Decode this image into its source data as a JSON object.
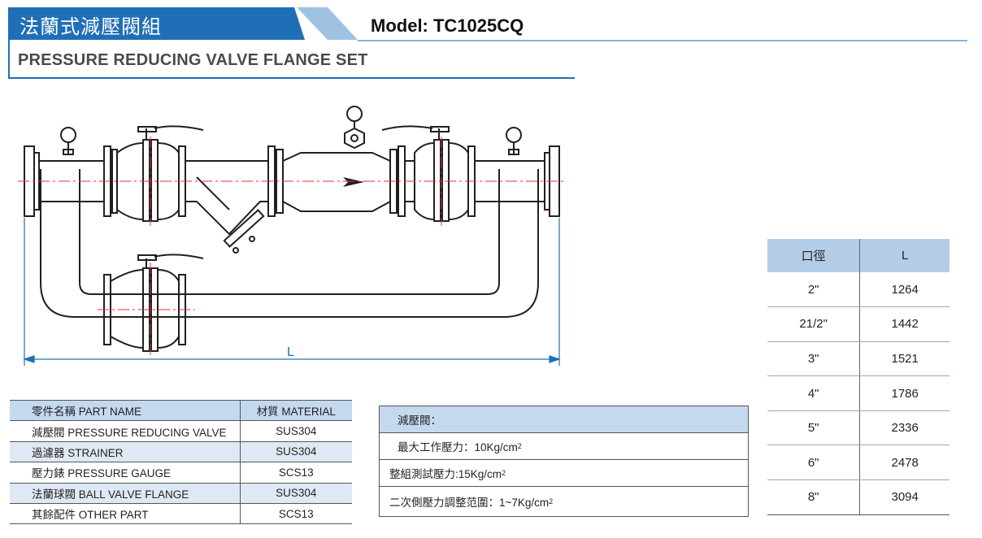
{
  "header": {
    "title_cn": "法蘭式減壓閥組",
    "model": "Model: TC1025CQ",
    "subtitle": "PRESSURE REDUCING VALVE FLANGE SET"
  },
  "drawing": {
    "dimension_label": "L"
  },
  "parts_table": {
    "headers": [
      "零件名稱 PART NAME",
      "材質 MATERIAL"
    ],
    "rows": [
      {
        "name": "減壓閥 PRESSURE REDUCING VALVE",
        "material": "SUS304"
      },
      {
        "name": "過濾器 STRAINER",
        "material": "SUS304"
      },
      {
        "name": "壓力錶 PRESSURE GAUGE",
        "material": "SCS13"
      },
      {
        "name": "法蘭球閥 BALL VALVE FLANGE",
        "material": "SUS304"
      },
      {
        "name": "其餘配件 OTHER PART",
        "material": "SCS13"
      }
    ]
  },
  "pressure_box": {
    "heading": "減壓閥：",
    "max_working": "最大工作壓力：10Kg/cm",
    "test": "整組測試壓力:15Kg/cm",
    "adjust": "二次側壓力調整范圍：1~7Kg/cm",
    "sup": "2"
  },
  "size_table": {
    "headers": [
      "口徑",
      "L"
    ],
    "rows": [
      {
        "size": "2\"",
        "L": "1264"
      },
      {
        "size": "21/2\"",
        "L": "1442"
      },
      {
        "size": "3\"",
        "L": "1521"
      },
      {
        "size": "4\"",
        "L": "1786"
      },
      {
        "size": "5\"",
        "L": "2336"
      },
      {
        "size": "6\"",
        "L": "2478"
      },
      {
        "size": "8\"",
        "L": "3094"
      }
    ]
  },
  "colors": {
    "brand_blue": "#1f6fb6",
    "light_blue": "#9fc2e3",
    "table_header": "#c5d9ee",
    "centerline_red": "#e03030"
  }
}
